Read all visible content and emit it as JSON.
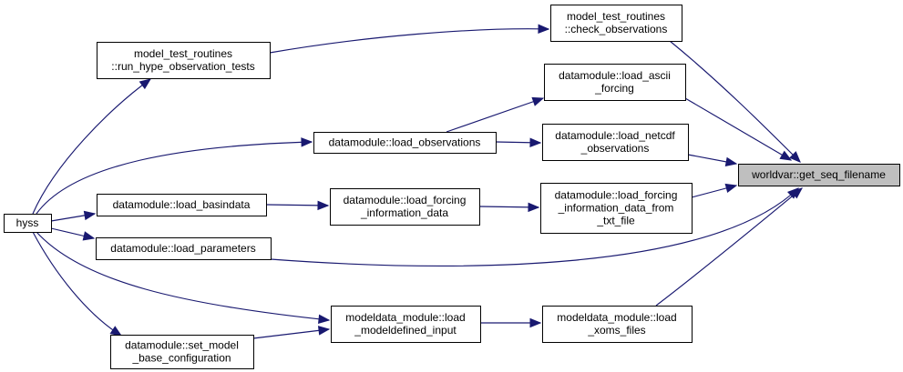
{
  "diagram": {
    "colors": {
      "edge": "#191970",
      "node_fill": "#ffffff",
      "node_border": "#000000",
      "focus_fill": "#bfbfbf"
    },
    "nodes": [
      {
        "id": "hyss",
        "lines": [
          "hyss"
        ],
        "focus": false
      },
      {
        "id": "run_hype_observation_tests",
        "lines": [
          "model_test_routines",
          "::run_hype_observation_tests"
        ],
        "focus": false
      },
      {
        "id": "check_observations",
        "lines": [
          "model_test_routines",
          "::check_observations"
        ],
        "focus": false
      },
      {
        "id": "load_ascii_forcing",
        "lines": [
          "datamodule::load_ascii",
          "_forcing"
        ],
        "focus": false
      },
      {
        "id": "load_observations",
        "lines": [
          "datamodule::load_observations"
        ],
        "focus": false
      },
      {
        "id": "load_netcdf_observations",
        "lines": [
          "datamodule::load_netcdf",
          "_observations"
        ],
        "focus": false
      },
      {
        "id": "get_seq_filename",
        "lines": [
          "worldvar::get_seq_filename"
        ],
        "focus": true
      },
      {
        "id": "load_basindata",
        "lines": [
          "datamodule::load_basindata"
        ],
        "focus": false
      },
      {
        "id": "load_forcing_information_data",
        "lines": [
          "datamodule::load_forcing",
          "_information_data"
        ],
        "focus": false
      },
      {
        "id": "load_forcing_information_data_from_txt_file",
        "lines": [
          "datamodule::load_forcing",
          "_information_data_from",
          "_txt_file"
        ],
        "focus": false
      },
      {
        "id": "load_parameters",
        "lines": [
          "datamodule::load_parameters"
        ],
        "focus": false
      },
      {
        "id": "load_modeldefined_input",
        "lines": [
          "modeldata_module::load",
          "_modeldefined_input"
        ],
        "focus": false
      },
      {
        "id": "load_xoms_files",
        "lines": [
          "modeldata_module::load",
          "_xoms_files"
        ],
        "focus": false
      },
      {
        "id": "set_model_base_configuration",
        "lines": [
          "datamodule::set_model",
          "_base_configuration"
        ],
        "focus": false
      }
    ],
    "edges": [
      {
        "from": "hyss",
        "to": "run_hype_observation_tests"
      },
      {
        "from": "hyss",
        "to": "load_observations"
      },
      {
        "from": "hyss",
        "to": "load_basindata"
      },
      {
        "from": "hyss",
        "to": "load_parameters"
      },
      {
        "from": "hyss",
        "to": "load_modeldefined_input"
      },
      {
        "from": "hyss",
        "to": "set_model_base_configuration"
      },
      {
        "from": "run_hype_observation_tests",
        "to": "check_observations"
      },
      {
        "from": "load_observations",
        "to": "load_ascii_forcing"
      },
      {
        "from": "load_observations",
        "to": "load_netcdf_observations"
      },
      {
        "from": "load_basindata",
        "to": "load_forcing_information_data"
      },
      {
        "from": "load_forcing_information_data",
        "to": "load_forcing_information_data_from_txt_file"
      },
      {
        "from": "set_model_base_configuration",
        "to": "load_modeldefined_input"
      },
      {
        "from": "load_modeldefined_input",
        "to": "load_xoms_files"
      },
      {
        "from": "check_observations",
        "to": "get_seq_filename"
      },
      {
        "from": "load_ascii_forcing",
        "to": "get_seq_filename"
      },
      {
        "from": "load_netcdf_observations",
        "to": "get_seq_filename"
      },
      {
        "from": "load_forcing_information_data_from_txt_file",
        "to": "get_seq_filename"
      },
      {
        "from": "load_parameters",
        "to": "get_seq_filename"
      },
      {
        "from": "load_xoms_files",
        "to": "get_seq_filename"
      }
    ]
  }
}
